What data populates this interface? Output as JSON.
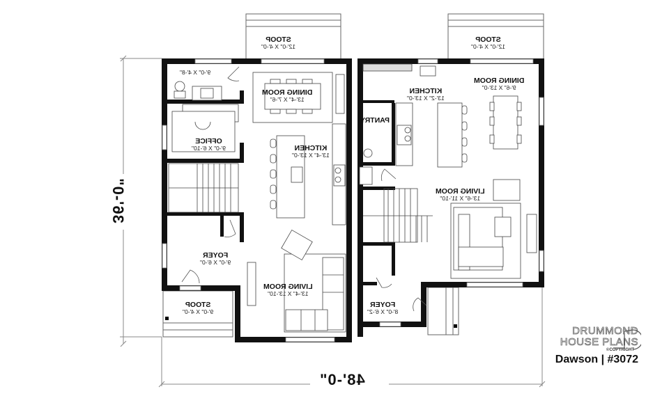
{
  "plan": {
    "orientation": "mirrored-horizontally",
    "overall_width": "48'-0\"",
    "overall_depth": "36'-0\"",
    "rooms": [
      {
        "name": "STOOP",
        "size": "12'-0\" X 4'-0\""
      },
      {
        "name": "STOOP",
        "size": "12'-0\" X 4'-0\""
      },
      {
        "name": "",
        "size": "9'-0\" X 4'-8\""
      },
      {
        "name": "DINING ROOM",
        "size": "13'-4\" X 7'-6\""
      },
      {
        "name": "OFFICE",
        "size": "9'-0\" X 6'-10\""
      },
      {
        "name": "KITCHEN",
        "size": "13'-4\" X 13'-0\""
      },
      {
        "name": "FOYER",
        "size": "9'-0\" X 6'-0\""
      },
      {
        "name": "LIVING ROOM",
        "size": "13'-4\" X 13'-10\""
      },
      {
        "name": "STOOP",
        "size": "9'-0\" X 4'-0\""
      },
      {
        "name": "DINING ROOM",
        "size": "9'-6\" X 13'-0\""
      },
      {
        "name": "KITCHEN",
        "size": "13'-2\" X 13'-0\""
      },
      {
        "name": "PANTRY",
        "size": ""
      },
      {
        "name": "LIVING ROOM",
        "size": "13'-6\" X 11'-10\""
      },
      {
        "name": "FOYER",
        "size": "8'-0\" X 6'-2\""
      }
    ]
  },
  "branding": {
    "line1": "DRUMMOND",
    "line2": "HOUSE PLANS",
    "copyright": "©COPYRIGHT",
    "plan_title": "Dawson | #3072"
  }
}
